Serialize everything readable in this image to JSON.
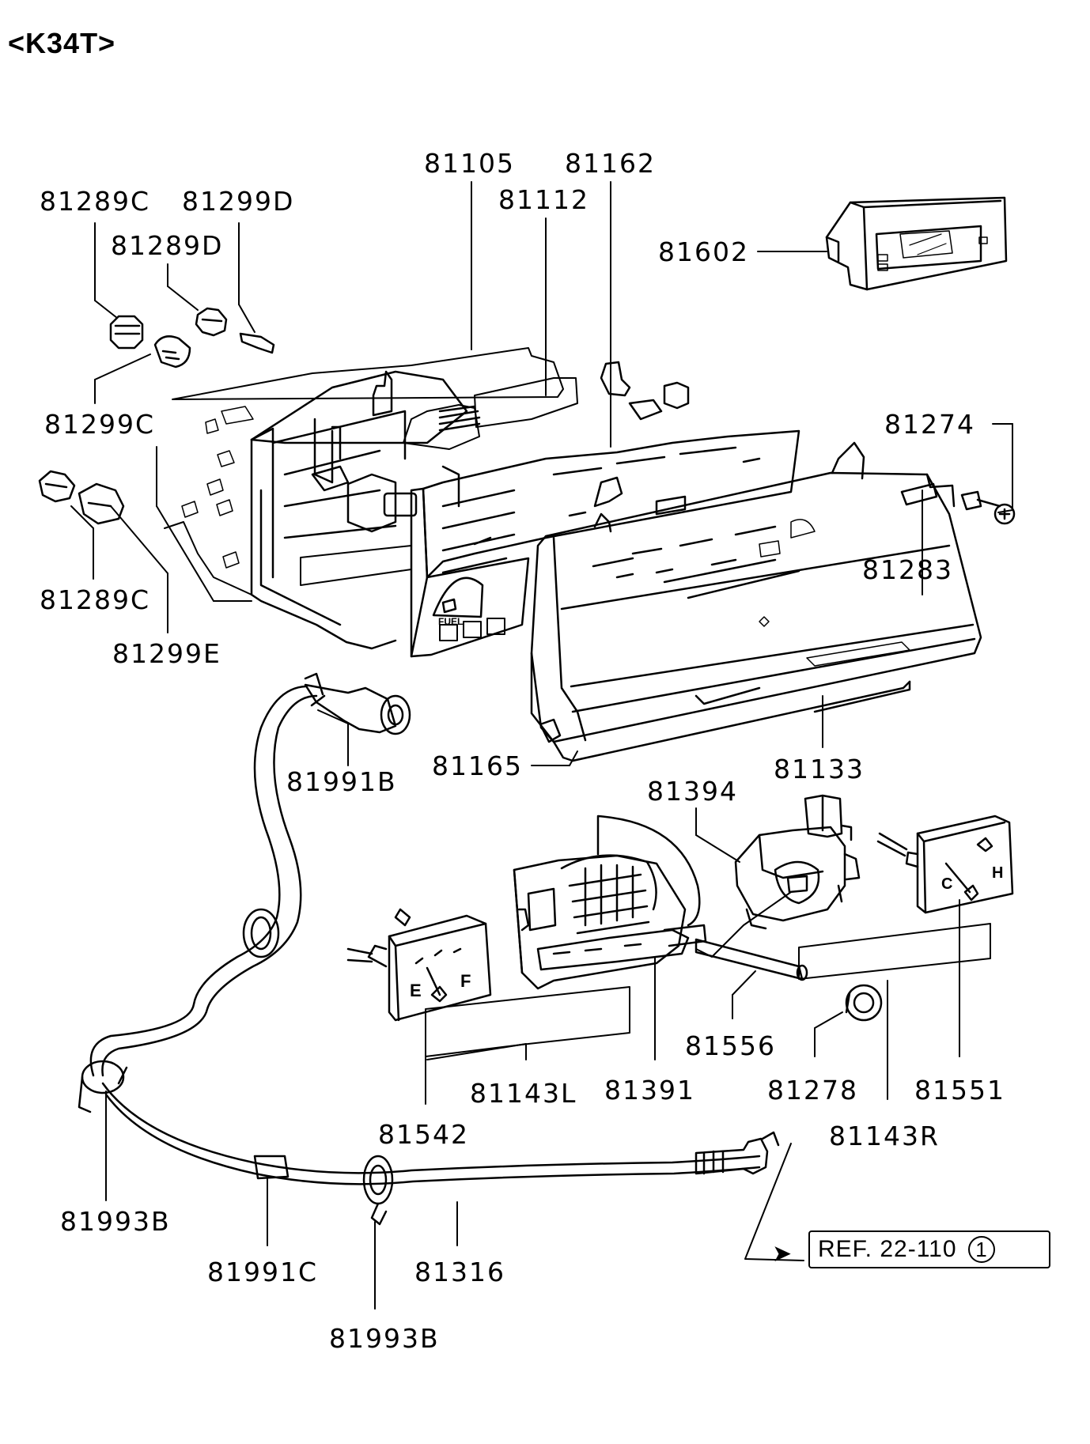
{
  "model_code": "<K34T>",
  "parts": {
    "p81105": "81105",
    "p81162": "81162",
    "p81112": "81112",
    "p81289C_top": "81289C",
    "p81299D": "81299D",
    "p81289D": "81289D",
    "p81602": "81602",
    "p81299C": "81299C",
    "p81274": "81274",
    "p81283": "81283",
    "p81289C_bottom": "81289C",
    "p81299E": "81299E",
    "p81991B": "81991B",
    "p81165": "81165",
    "p81133": "81133",
    "p81394": "81394",
    "p81556": "81556",
    "p81143L": "81143L",
    "p81391": "81391",
    "p81278": "81278",
    "p81551": "81551",
    "p81542": "81542",
    "p81143R": "81143R",
    "p81993B_left": "81993B",
    "p81991C": "81991C",
    "p81316": "81316",
    "p81993B_bottom": "81993B"
  },
  "reference": {
    "text": "REF. 22-110",
    "number": "1"
  },
  "gauge_marks": {
    "fuel_e": "E",
    "fuel_f": "F",
    "temp_c": "C",
    "temp_h": "H",
    "fuel_word": "FUEL"
  }
}
